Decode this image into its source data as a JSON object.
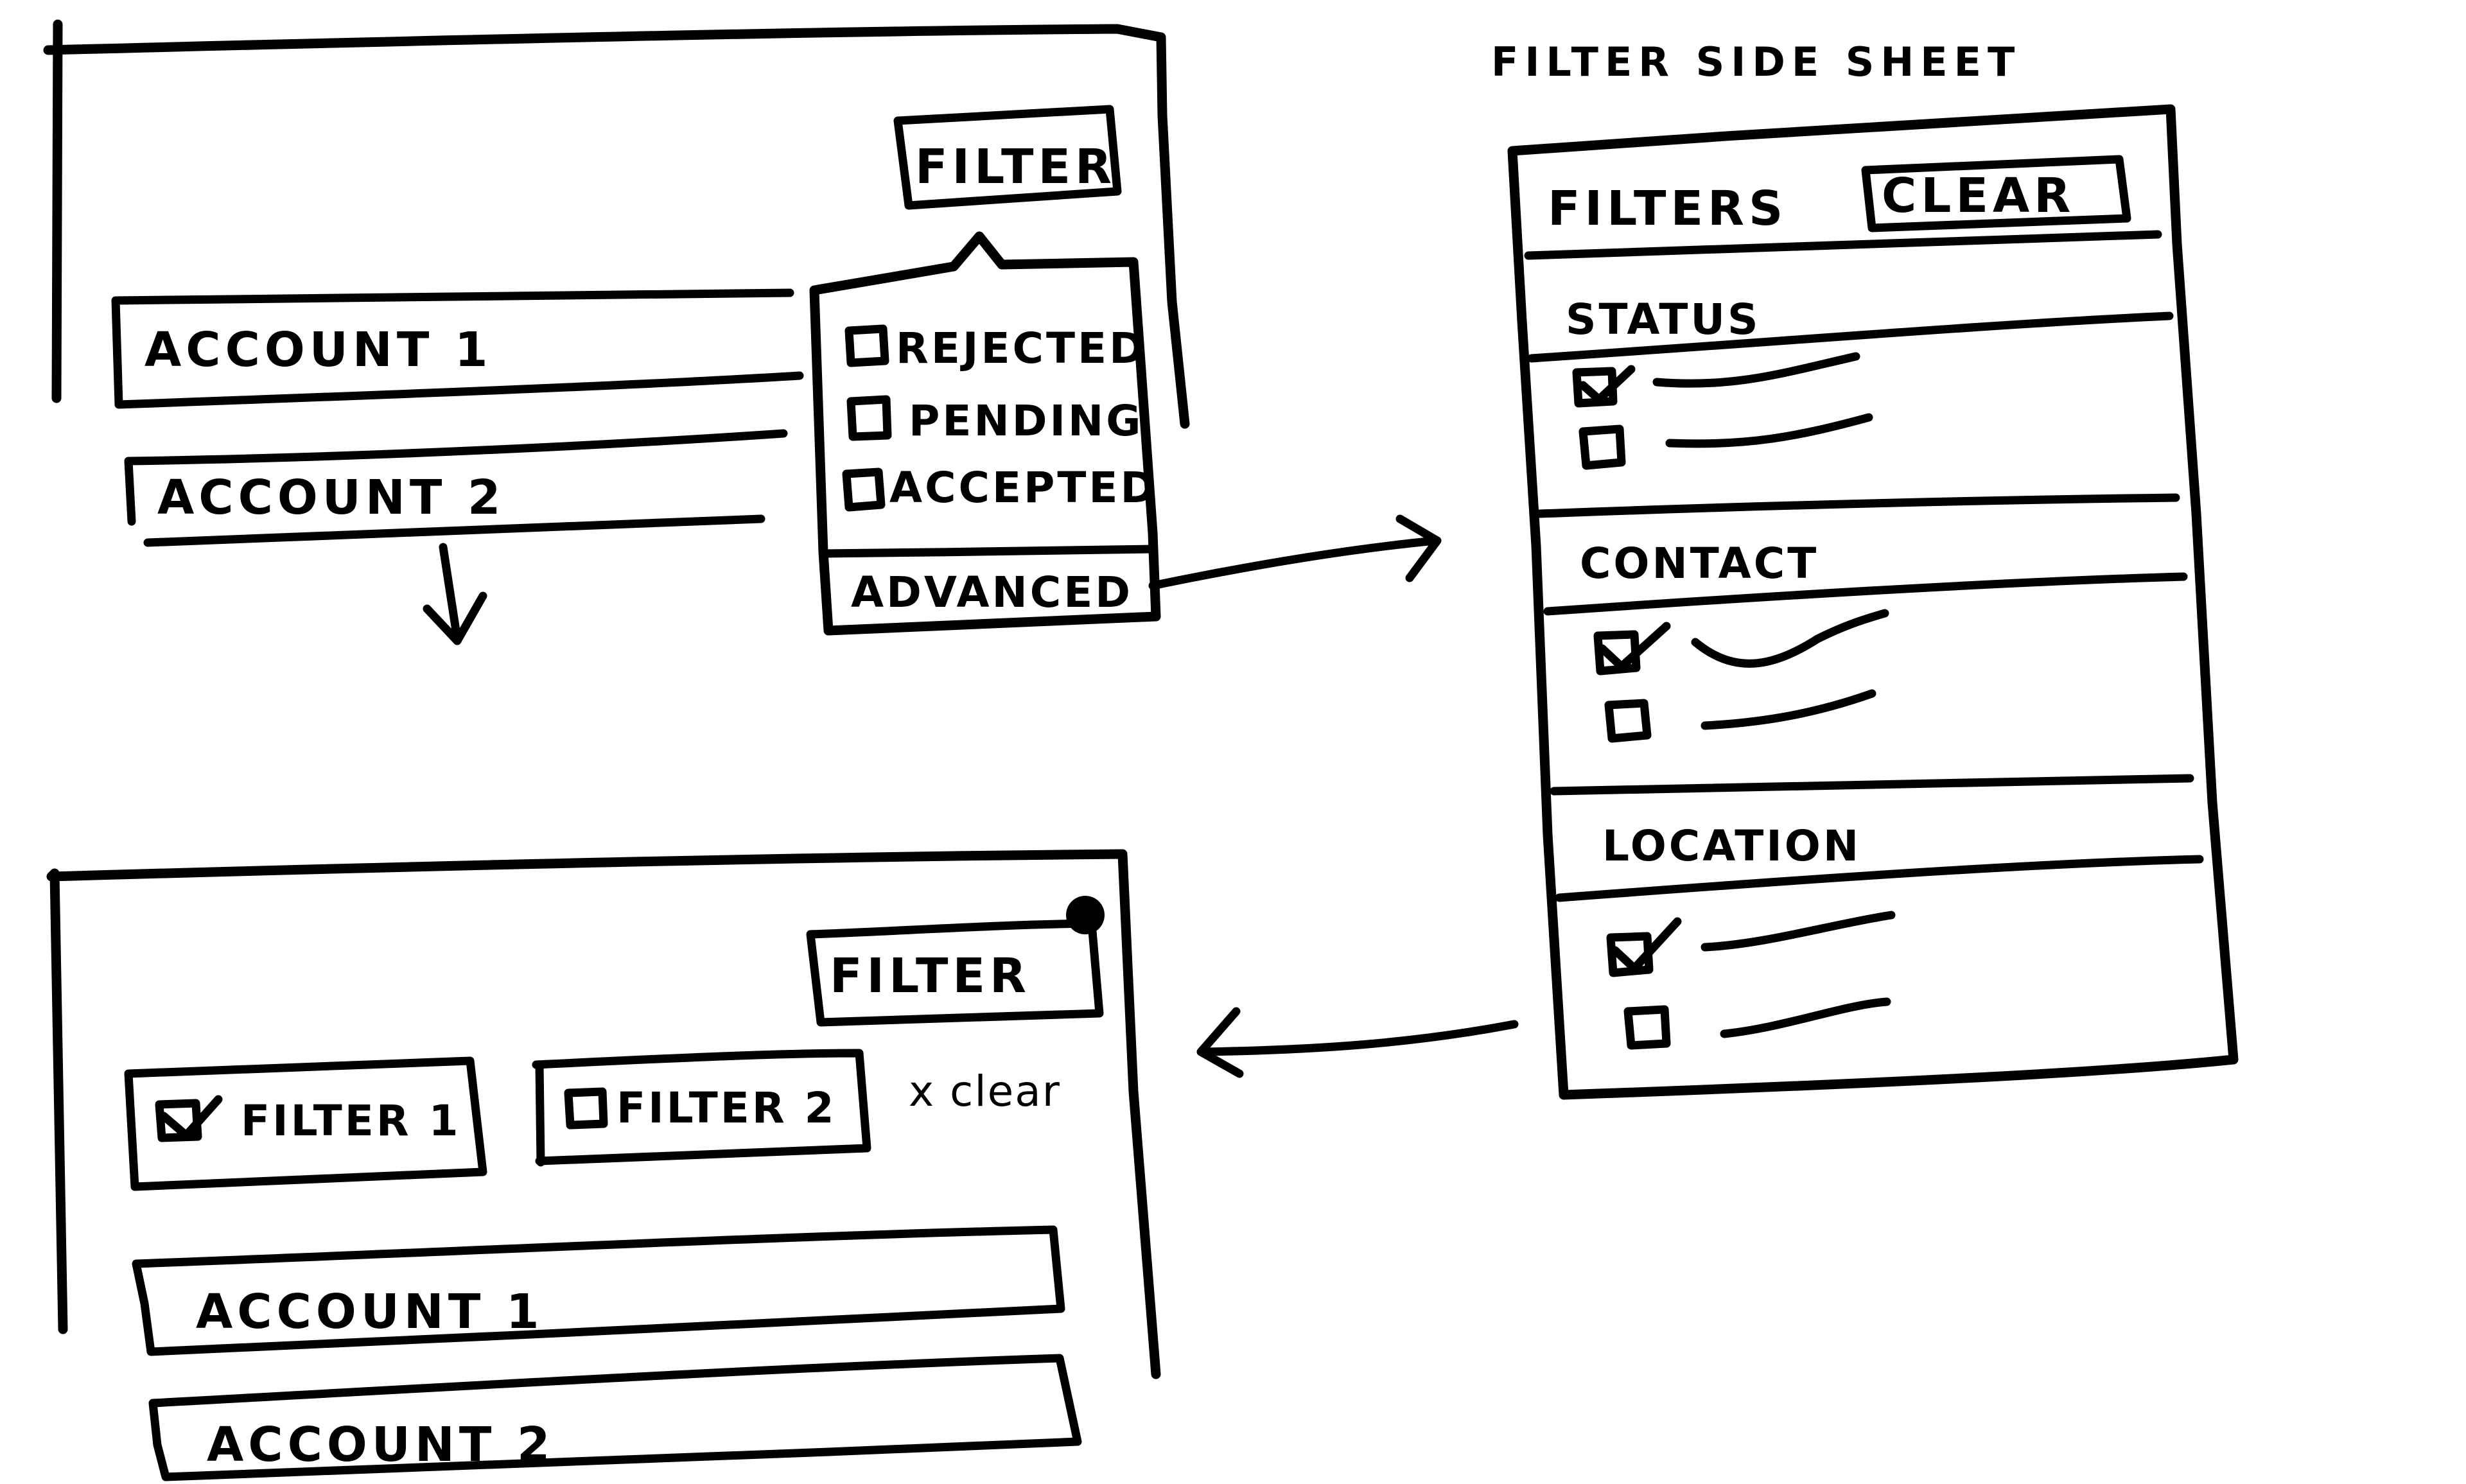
{
  "title": "FILTER SIDE SHEET",
  "list_screen": {
    "filter_button_label": "FILTER",
    "accounts": [
      "ACCOUNT 1",
      "ACCOUNT 2"
    ]
  },
  "filter_popover": {
    "options": [
      {
        "label": "REJECTED",
        "checked": false
      },
      {
        "label": "PENDING",
        "checked": false
      },
      {
        "label": "ACCEPTED",
        "checked": false
      }
    ],
    "advanced_label": "ADVANCED"
  },
  "side_sheet": {
    "header_title": "FILTERS",
    "clear_button_label": "CLEAR",
    "sections": [
      {
        "label": "STATUS",
        "items": [
          {
            "checked": true
          },
          {
            "checked": false
          }
        ]
      },
      {
        "label": "CONTACT",
        "items": [
          {
            "checked": true
          },
          {
            "checked": false
          }
        ]
      },
      {
        "label": "LOCATION",
        "items": [
          {
            "checked": true
          },
          {
            "checked": false
          }
        ]
      }
    ]
  },
  "filtered_screen": {
    "filter_button_label": "FILTER",
    "chips": [
      {
        "label": "FILTER 1",
        "checked": true
      },
      {
        "label": "FILTER 2",
        "checked": false
      }
    ],
    "clear_link_label": "x clear",
    "accounts": [
      "ACCOUNT 1",
      "ACCOUNT 2"
    ]
  }
}
